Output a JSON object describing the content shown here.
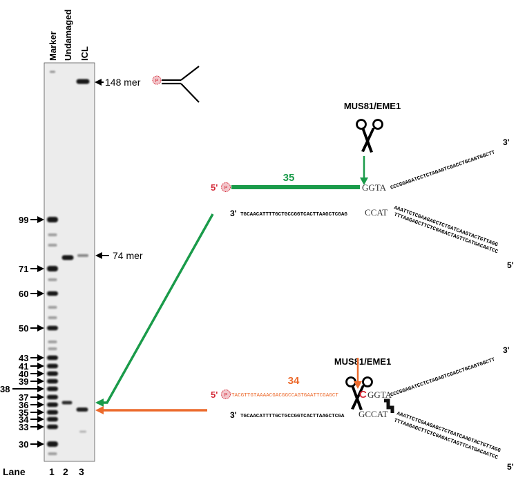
{
  "gel": {
    "lane_headers": [
      "Marker",
      "Undamaged",
      "ICL"
    ],
    "lane_axis_label": "Lane",
    "lane_numbers": [
      "1",
      "2",
      "3"
    ],
    "marker_sizes": [
      "99",
      "71",
      "60",
      "50",
      "43",
      "41",
      "40",
      "39",
      "38",
      "37",
      "36",
      "35",
      "34",
      "33",
      "30"
    ],
    "band_labels": {
      "top": "148 mer",
      "mid": "74 mer"
    }
  },
  "structure_top": {
    "enzyme": "MUS81/EME1",
    "fragment_length": "35",
    "five_prime": "5'",
    "p_symbol": "P",
    "upper_junction": "GGTA",
    "upper_arm": "CCCGGAGATCCTCTAGAGTCGACCTGCAGTGGCTT",
    "upper_arm_end": "3'",
    "lower_start": "3'",
    "lower_strand": "TGCAACATTTTGCTGCCGGTCACTTAAGCTCGAG",
    "lower_junction": "CCAT",
    "lower_arm_a": "AAATTCTCGAAGAGCTCTGATCAAGTACTGTTAGG",
    "lower_arm_b": "TTTAAGAGCTTCTCGAGACTAGTTCATGACAATCC",
    "lower_arm_end": "5'"
  },
  "structure_bottom": {
    "enzyme": "MUS81/EME1",
    "fragment_length": "34",
    "five_prime": "5'",
    "p_symbol": "P",
    "fragment_seq": "TACGTTGTAAAACGACGGCCAGTGAATTCGAGCT",
    "crosslink_base": "C",
    "upper_junction": "GGTA",
    "upper_arm": "CCCGGAGATCCTCTAGAGTCGACCTGCAGTGGCTT",
    "upper_arm_end": "3'",
    "lower_start": "3'",
    "lower_strand": "TGCAACATTTTGCTGCCGGTCACTTAAGCTCGA",
    "lower_junction": "GCCAT",
    "lower_arm_a": "AAATTCTCGAAGAGCTCTGATCAAGTACTGTTAGG",
    "lower_arm_b": "TTTAAGAGCTTCTCGAGACTAGTTCATGACAATCC",
    "lower_arm_end": "5'"
  },
  "colors": {
    "green": "#1a9b4a",
    "orange": "#ec6a2c",
    "red": "#d42a38",
    "gel_bg": "#ececec",
    "band": "#0b0b0b"
  }
}
